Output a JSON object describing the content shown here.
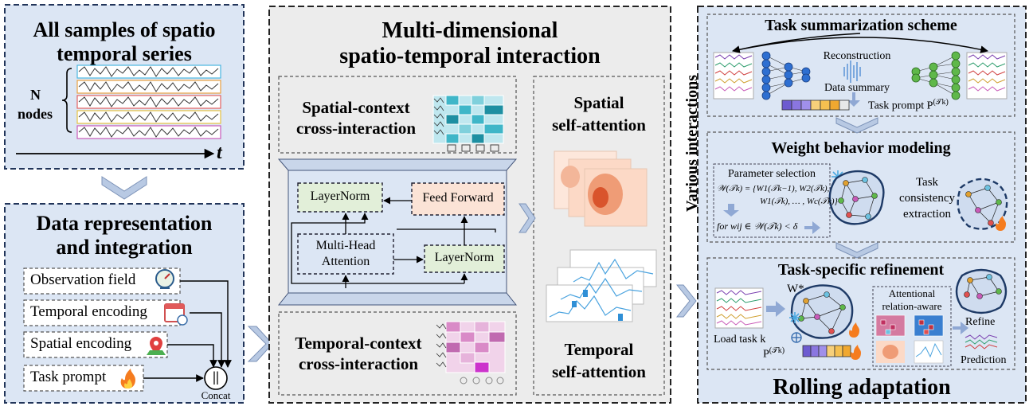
{
  "left_top": {
    "title_line1": "All samples of spatio",
    "title_line2": "temporal  series",
    "nodes_label_1": "N",
    "nodes_label_2": "nodes",
    "time_axis": "t"
  },
  "left_bottom": {
    "title_line1": "Data representation",
    "title_line2": "and integration",
    "items": [
      "Observation field",
      "Temporal encoding",
      "Spatial encoding",
      "Task prompt"
    ],
    "concat_symbol": "||",
    "concat_label": "Concat"
  },
  "middle": {
    "title_line1": "Multi-dimensional",
    "title_line2": "spatio-temporal interaction",
    "spatial_context_1": "Spatial-context",
    "spatial_context_2": "cross-interaction",
    "temporal_context_1": "Temporal-context",
    "temporal_context_2": "cross-interaction",
    "layernorm_top": "LayerNorm",
    "feed_forward": "Feed Forward",
    "mha_1": "Multi-Head",
    "mha_2": "Attention",
    "layernorm_bottom": "LayerNorm",
    "spatial_sa_1": "Spatial",
    "spatial_sa_2": "self-attention",
    "temporal_sa_1": "Temporal",
    "temporal_sa_2": "self-attention"
  },
  "vertical_label": "Various interactions",
  "right": {
    "task_summarization": "Task summarization scheme",
    "reconstruction": "Reconstruction",
    "data_summary": "Data summary",
    "task_prompt": "Task prompt P",
    "task_prompt_sup": "(𝒯k)",
    "weight_behavior": "Weight behavior modeling",
    "parameter_selection": "Parameter selection",
    "formula_1": "𝒲(𝒯k) = {W1(𝒯k−1), W2(𝒯k),",
    "formula_2": "W1(𝒯k), … , Wc(𝒯k)}",
    "formula_3": "for wij ∈ 𝒲(𝒯k) < δ",
    "task_consistency_1": "Task",
    "task_consistency_2": "consistency",
    "task_consistency_3": "extraction",
    "task_specific": "Task-specific refinement",
    "w_star": "W*",
    "attentional_1": "Attentional",
    "attentional_2": "relation-aware",
    "load_task": "Load task k",
    "p_label": "P",
    "p_sup": "(𝒯k)",
    "refine": "Refine",
    "prediction": "Prediction",
    "rolling": "Rolling adaptation"
  },
  "colors": {
    "panel_blue": "#dce6f4",
    "panel_grey": "#ececec",
    "layernorm": "#e2efd9",
    "feed_forward": "#fbe3d6",
    "heat_cyan": "#3fb6c8",
    "heat_pink": "#d98ac7"
  }
}
